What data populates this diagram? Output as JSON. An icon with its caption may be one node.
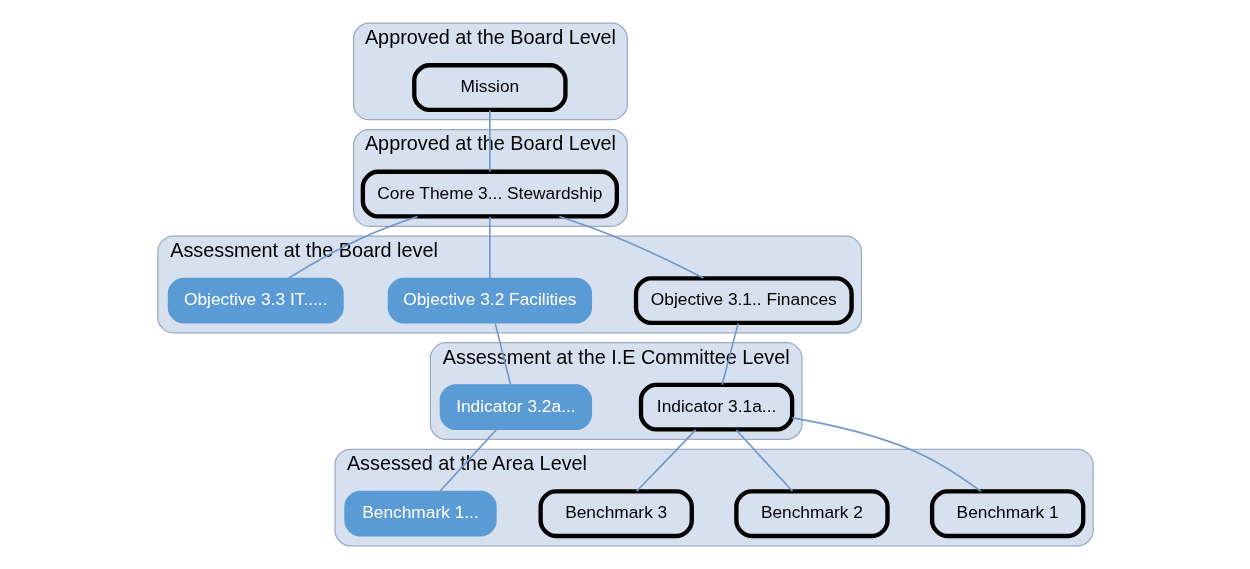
{
  "diagram": {
    "nodes": [
      {
        "text": [
          "Approved at the Board Level"
        ]
      },
      {
        "text": [
          "Mission"
        ],
        "in": 0
      },
      {
        "text": [
          "Approved at the Board Level"
        ]
      },
      {
        "text": [
          "Core Theme 3... Stewardship"
        ],
        "in": 2
      },
      {
        "text": [
          "Assessment at the Board level"
        ]
      },
      {
        "text": [
          "Objective 3.1.. Finances"
        ],
        "in": 4
      },
      {
        "text": [
          "Objective 3.2 Facilities"
        ],
        "in": 4
      },
      {
        "text": [
          "Objective 3.3 IT....."
        ],
        "in": 4
      },
      {
        "text": [
          "Assessment at the I.E Committee Level"
        ]
      },
      {
        "text": [
          "Indicator 3.1a..."
        ],
        "in": 8
      },
      {
        "text": [
          "Indicator 3.2a..."
        ],
        "in": 8
      },
      {
        "text": [
          "Assessed at the Area Level"
        ]
      },
      {
        "text": [
          "Benchmark 1"
        ],
        "in": 11
      },
      {
        "text": [
          "Benchmark 2"
        ],
        "in": 11
      },
      {
        "text": [
          "Benchmark 3"
        ],
        "in": 11
      },
      {
        "text": [
          "Benchmark 1..."
        ],
        "in": 11
      }
    ],
    "edges": [
      {
        "from": 1,
        "to": 3,
        "arrow": "none"
      },
      {
        "from": 3,
        "to": 5,
        "arrow": "none"
      },
      {
        "from": 3,
        "to": 6,
        "arrow": "none"
      },
      {
        "from": 3,
        "to": 7,
        "arrow": "none"
      },
      {
        "from": 5,
        "to": 9,
        "arrow": "none"
      },
      {
        "from": 6,
        "to": 10,
        "arrow": "none"
      },
      {
        "from": 9,
        "to": 12,
        "arrow": "none"
      },
      {
        "from": 9,
        "to": 13,
        "arrow": "none"
      },
      {
        "from": 9,
        "to": 14,
        "arrow": "none"
      },
      {
        "from": 10,
        "to": 15,
        "arrow": "none"
      }
    ]
  }
}
